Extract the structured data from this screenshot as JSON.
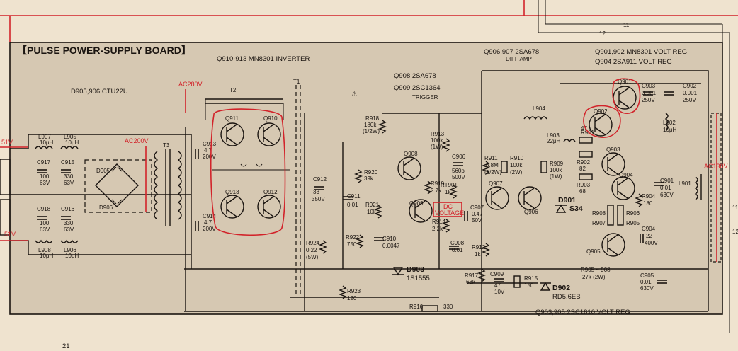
{
  "page_number": "21",
  "board_title": "【PULSE POWER-SUPPLY BOARD】",
  "header_labels": {
    "inverter": "Q910-913  MN8301  INVERTER",
    "diff_amp": "Q906,907  2SA678",
    "diff_amp_note": "DIFF AMP",
    "volt_reg_1": "Q901,902  MN8301  VOLT REG",
    "volt_reg_2": "Q904  2SA911  VOLT REG",
    "trigger_1": "Q908  2SA678",
    "trigger_2": "Q909  2SC1364",
    "trigger_note": "TRIGGER",
    "rectifier": "D905,906  CTU22U",
    "bottom_volt_reg": "Q903,905  2SC1810  VOLT REG",
    "warning_symbol": "⚠"
  },
  "connectors": {
    "top_11": "11",
    "top_12": "12",
    "right_11": "11",
    "right_12": "12"
  },
  "red_notes": {
    "ac280": "AC280V",
    "ac200": "AC200V",
    "ac130": "AC130V",
    "v51_top": "51V",
    "v51_bottom": "51V",
    "dc_voltage_1": "DC",
    "dc_voltage_2": "VOLTAGE"
  },
  "components": {
    "transformers": {
      "t1": "T1",
      "t2": "T2",
      "t3": "T3"
    },
    "transistors": {
      "q901": "Q901",
      "q902": "Q902",
      "q903": "Q903",
      "q904": "Q904",
      "q905": "Q905",
      "q906": "Q906",
      "q907": "Q907",
      "q908": "Q908",
      "q909": "Q909",
      "q910": "Q910",
      "q911": "Q911",
      "q912": "Q912",
      "q913": "Q913"
    },
    "diodes": {
      "d901a": "D901",
      "d901b": "S34",
      "d902a": "D902",
      "d902b": "RD5.6EB",
      "d903a": "D903",
      "d903b": "1S1555",
      "d905": "D905",
      "d906": "D906"
    },
    "inductors": {
      "l907": [
        "L907",
        "10μH"
      ],
      "l905": [
        "L905",
        "10μH"
      ],
      "l908": [
        "L908",
        "10μH"
      ],
      "l906": [
        "L906",
        "10μH"
      ],
      "l904": [
        "L904"
      ],
      "l903": [
        "L903",
        "22μH"
      ],
      "l902": [
        "L902",
        "10μH"
      ],
      "l901": [
        "L901"
      ]
    },
    "capacitors": {
      "c917": [
        "C917",
        "100",
        "63V"
      ],
      "c915": [
        "C915",
        "330",
        "63V"
      ],
      "c918": [
        "C918",
        "100",
        "63V"
      ],
      "c916": [
        "C916",
        "330",
        "63V"
      ],
      "c913": [
        "C913",
        "4.7",
        "200V"
      ],
      "c914": [
        "C914",
        "4.7",
        "200V"
      ],
      "c912": [
        "C912",
        "33",
        "350V"
      ],
      "c911": [
        "C911",
        "0.01"
      ],
      "c910": [
        "C910",
        "0.0047"
      ],
      "c906": [
        "C906",
        "560p",
        "500V"
      ],
      "c907": [
        "C907",
        "0.47",
        "50V"
      ],
      "c908": [
        "C908",
        "0.01"
      ],
      "c909": [
        "C909",
        "47",
        "10V"
      ],
      "c901": [
        "C901",
        "0.01",
        "630V"
      ],
      "c902": [
        "C902",
        "0.001",
        "250V"
      ],
      "c903": [
        "C903",
        "0.001",
        "250V"
      ],
      "c904": [
        "C904",
        "22",
        "400V"
      ],
      "c905": [
        "C905",
        "0.01",
        "630V"
      ]
    },
    "resistors": {
      "r918": [
        "R918",
        "180k",
        "(1/2W)"
      ],
      "r913": [
        "R913",
        "100k",
        "(1W)"
      ],
      "r920": [
        "R920",
        "39k"
      ],
      "r919": [
        "R919",
        "2.7k"
      ],
      "r921": [
        "R921",
        "10k"
      ],
      "r914": [
        "R914",
        "2.2k"
      ],
      "r922": [
        "R922",
        "750"
      ],
      "r924": [
        "R924",
        "0.22",
        "(5W)"
      ],
      "r923": [
        "R923",
        "120"
      ],
      "r917": [
        "R917",
        "68k"
      ],
      "r915": [
        "R915",
        "150"
      ],
      "r916": [
        "R916",
        "330"
      ],
      "r911": [
        "R911",
        "6.8M",
        "(1/2W)"
      ],
      "r910": [
        "R910",
        "100k",
        "(2W)"
      ],
      "r909": [
        "R909",
        "100k",
        "(1W)"
      ],
      "r912": [
        "R912",
        "1k"
      ],
      "r901": [
        "R901",
        "47"
      ],
      "r902": [
        "R902",
        "82"
      ],
      "r903": [
        "R903",
        "68"
      ],
      "r904": [
        "R904",
        "180"
      ],
      "r905": "R905",
      "r906": "R906",
      "r907": "R907",
      "r908": "R908",
      "r905_908a": "R905 ~ 908",
      "r905_908b": "27k (2W)",
      "rt901": [
        "RT901",
        "1k"
      ]
    }
  },
  "colors": {
    "paper": "#efe3cf",
    "board": "#d6c8b2",
    "ink": "#1a1410",
    "annotation": "#d2232a"
  }
}
